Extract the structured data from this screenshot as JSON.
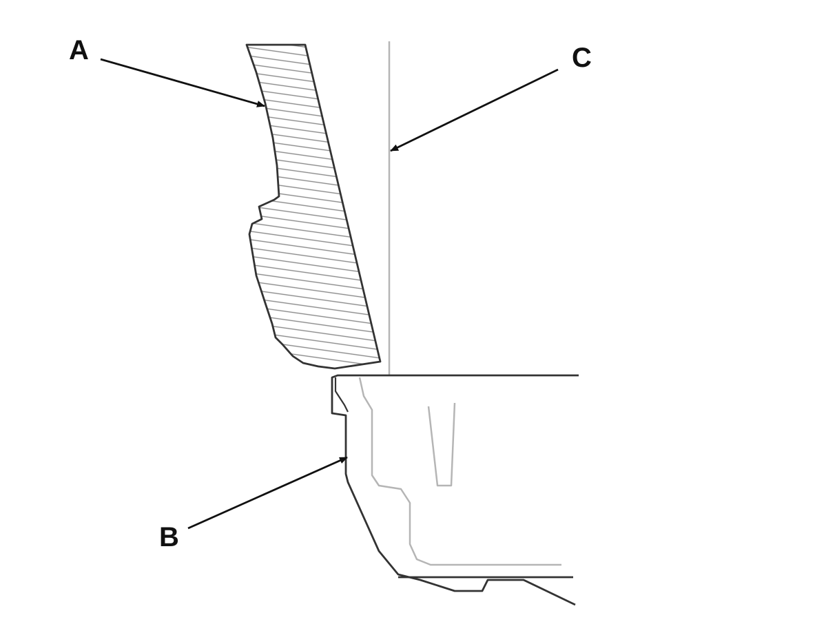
{
  "diagram": {
    "callouts": {
      "a": "A",
      "b": "B",
      "c": "C"
    },
    "colors": {
      "outline": "#333333",
      "light_line": "#b5b5b5",
      "hatch": "#8a8a8a",
      "label": "#111111"
    }
  }
}
